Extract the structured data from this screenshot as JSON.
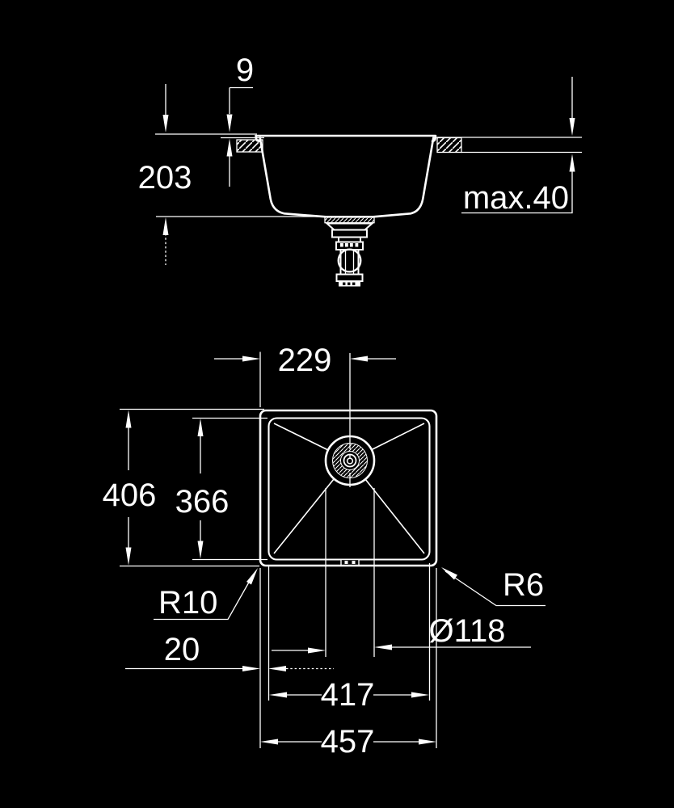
{
  "background_color": "#000000",
  "line_color": "#ffffff",
  "diagram": {
    "type": "technical-drawing",
    "subject": "undermount sink installation drawing with section view and plan view",
    "dims": {
      "rim_offset": {
        "label": "9",
        "value_mm": 9
      },
      "bowl_height": {
        "label": "203",
        "value_mm": 203
      },
      "counter_thickness": {
        "label": "max.40"
      },
      "drain_center": {
        "label": "229",
        "value_mm": 229
      },
      "outer_depth": {
        "label": "406",
        "value_mm": 406
      },
      "inner_depth": {
        "label": "366",
        "value_mm": 366
      },
      "inner_corner_radius": {
        "label": "R10"
      },
      "outer_corner_radius": {
        "label": "R6"
      },
      "drain_diameter": {
        "label": "Ø118"
      },
      "rim_width": {
        "label": "20",
        "value_mm": 20
      },
      "inner_width": {
        "label": "417",
        "value_mm": 417
      },
      "outer_width": {
        "label": "457",
        "value_mm": 457
      }
    }
  }
}
